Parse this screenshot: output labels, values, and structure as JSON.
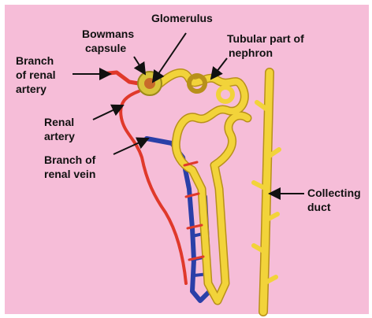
{
  "diagram": {
    "labels": {
      "glomerulus": "Glomerulus",
      "bowmans_capsule_line1": "Bowmans",
      "bowmans_capsule_line2": "capsule",
      "tubular_line1": "Tubular part of",
      "tubular_line2": "nephron",
      "branch_renal_artery_line1": "Branch",
      "branch_renal_artery_line2": "of renal",
      "branch_renal_artery_line3": "artery",
      "renal_artery_line1": "Renal",
      "renal_artery_line2": "artery",
      "branch_renal_vein_line1": "Branch of",
      "branch_renal_vein_line2": "renal vein",
      "collecting_duct_line1": "Collecting",
      "collecting_duct_line2": "duct"
    },
    "colors": {
      "background": "#f6bdd8",
      "tubule": "#f2d33a",
      "tubule_outline": "#b8901a",
      "artery": "#e0392b",
      "vein": "#2a3fa8",
      "text": "#111111"
    }
  }
}
